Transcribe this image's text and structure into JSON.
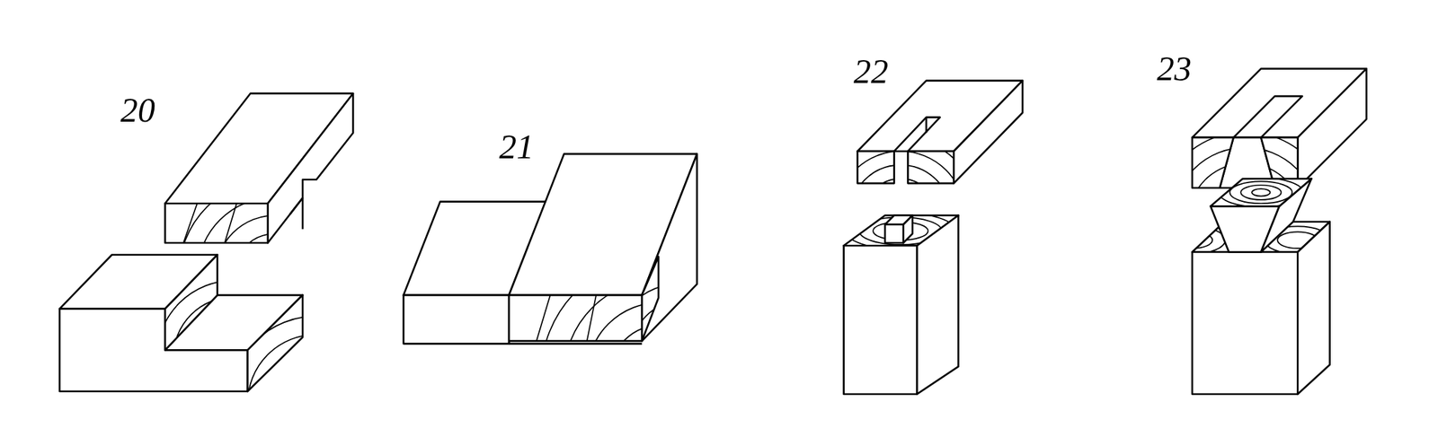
{
  "diagram": {
    "labels": [
      "20",
      "21",
      "22",
      "23"
    ]
  }
}
